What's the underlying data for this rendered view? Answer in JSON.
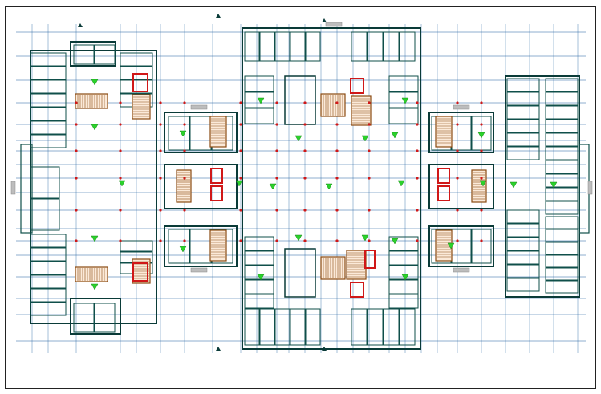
{
  "drawing": {
    "kind": "architectural floor plan",
    "colors": {
      "background": "#ffffff",
      "wall": "#0f4f4a",
      "wall_dark": "#0a3b38",
      "grid_line": "#1f5f9f",
      "stair": "#8a4a12",
      "highlight_red": "#d01818",
      "marker_green": "#2bd12b",
      "text_tag": "#b04020",
      "frame": "#222222"
    },
    "blocks": [
      {
        "id": "west-wing"
      },
      {
        "id": "west-link-north"
      },
      {
        "id": "west-link-mid"
      },
      {
        "id": "west-link-south"
      },
      {
        "id": "central-block"
      },
      {
        "id": "east-link-north"
      },
      {
        "id": "east-link-mid"
      },
      {
        "id": "east-link-south"
      },
      {
        "id": "east-wing"
      }
    ]
  }
}
